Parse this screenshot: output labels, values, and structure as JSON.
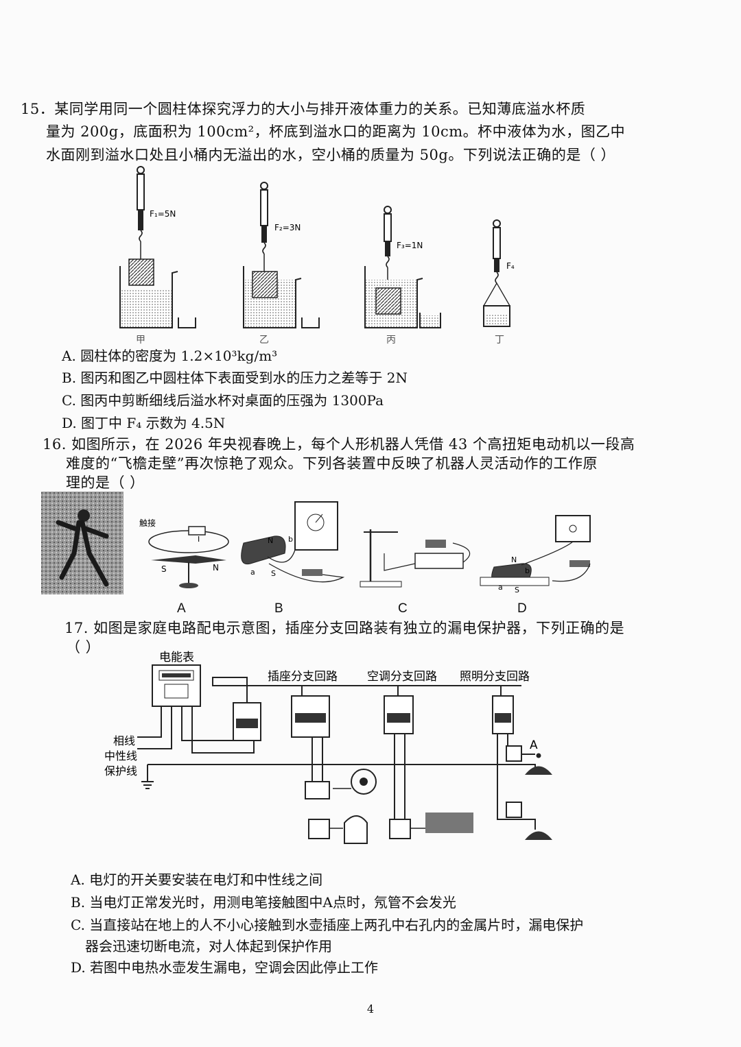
{
  "q15": {
    "stem_l1": "15．某同学用同一个圆柱体探究浮力的大小与排开液体重力的关系。已知薄底溢水杯质",
    "stem_l2": "量为 200g，底面积为 100cm²，杯底到溢水口的距离为 10cm。杯中液体为水，图乙中",
    "stem_l3": "水面刚到溢水口处且小桶内无溢出的水，空小桶的质量为 50g。下列说法正确的是（    ）",
    "fig_labels": [
      "甲",
      "乙",
      "丙",
      "丁"
    ],
    "force_labels": [
      "F₁=5N",
      "F₂=3N",
      "F₃=1N",
      "F₄"
    ],
    "options": {
      "A": "A. 圆柱体的密度为 1.2×10³kg/m³",
      "B": "B. 图丙和图乙中圆柱体下表面受到水的压力之差等于 2N",
      "C": "C. 图丙中剪断细线后溢水杯对桌面的压强为 1300Pa",
      "D": "D. 图丁中 F₄ 示数为 4.5N"
    }
  },
  "q16": {
    "stem_l1": "16. 如图所示，在 2026 年央视春晚上，每个人形机器人凭借 43 个高扭矩电动机以一段高",
    "stem_l2": "难度的“飞檐走壁”再次惊艳了观众。下列各装置中反映了机器人灵活动作的工作原",
    "stem_l3": "理的是（    ）",
    "choice_labels": [
      "A",
      "B",
      "C",
      "D"
    ],
    "fig_text": {
      "touch": "触接",
      "current": "I",
      "s": "S",
      "n": "N",
      "a": "a",
      "b": "b"
    }
  },
  "q17": {
    "stem_l1": "17. 如图是家庭电路配电示意图，插座分支回路装有独立的漏电保护器，下列正确的是",
    "stem_l2": "（    ）",
    "diagram": {
      "meter": "电能表",
      "branch_socket": "插座分支回路",
      "branch_ac": "空调分支回路",
      "branch_light": "照明分支回路",
      "wire_phase": "相线",
      "wire_neutral": "中性线",
      "wire_ground": "保护线",
      "point_a": "A"
    },
    "options": {
      "A": "A. 电灯的开关要安装在电灯和中性线之间",
      "B": "B. 当电灯正常发光时，用测电笔接触图中A点时，氖管不会发光",
      "C1": "C. 当直接站在地上的人不小心接触到水壶插座上两孔中右孔内的金属片时，漏电保护",
      "C2": "器会迅速切断电流，对人体起到保护作用",
      "D": "D. 若图中电热水壶发生漏电，空调会因此停止工作"
    }
  },
  "page_number": "4"
}
